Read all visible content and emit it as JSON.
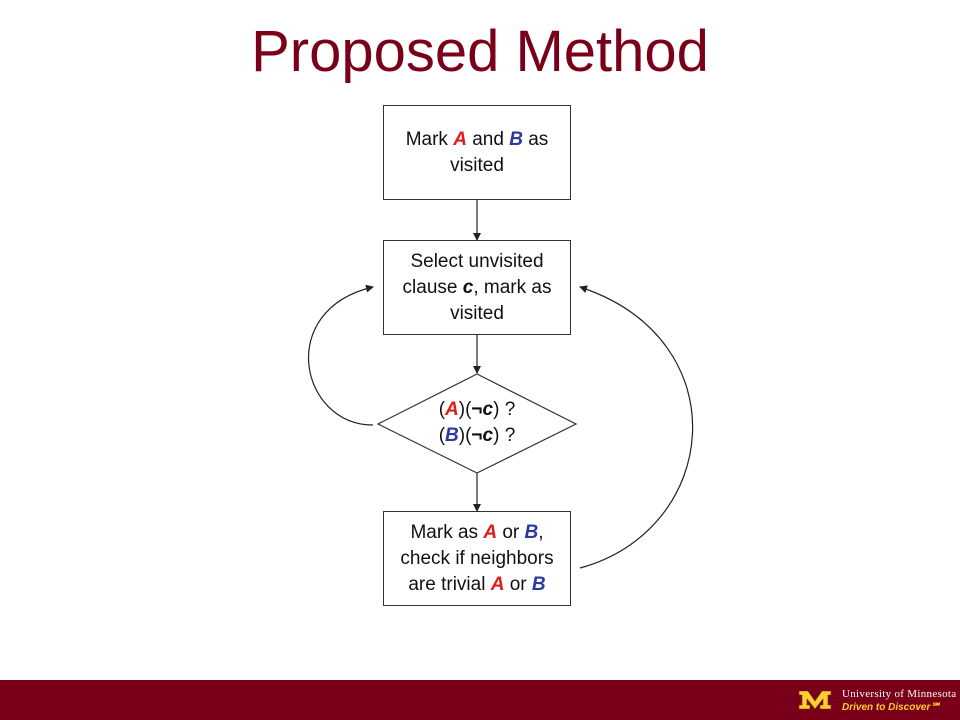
{
  "slide": {
    "title": "Proposed Method"
  },
  "flow": {
    "box1": {
      "t1": "Mark ",
      "a": "A",
      "t2": " and ",
      "b": "B",
      "t3": " as",
      "t4": "visited"
    },
    "box2": {
      "t1": "Select unvisited",
      "t2": "clause ",
      "c": "c",
      "t3": ", mark as",
      "t4": "visited"
    },
    "decision": {
      "p1": "(",
      "a": "A",
      "p2": ")(",
      "notc": "¬c",
      "p3": ") ?",
      "q1": "(",
      "b": "B",
      "q2": ")(",
      "notc2": "¬c",
      "q3": ") ?"
    },
    "box3": {
      "t1": "Mark as ",
      "a": "A",
      "t2": " or ",
      "b": "B",
      "t3": ",",
      "t4": "check if neighbors",
      "t5": "are trivial ",
      "a2": "A",
      "t6": " or ",
      "b2": "B"
    }
  },
  "footer": {
    "university": "University of Minnesota",
    "tagline": "Driven to Discover℠"
  },
  "colors": {
    "brand": "#7a0019",
    "gold": "#ffcc33",
    "a_color": "#e01b1b",
    "b_color": "#2b3a9e"
  }
}
